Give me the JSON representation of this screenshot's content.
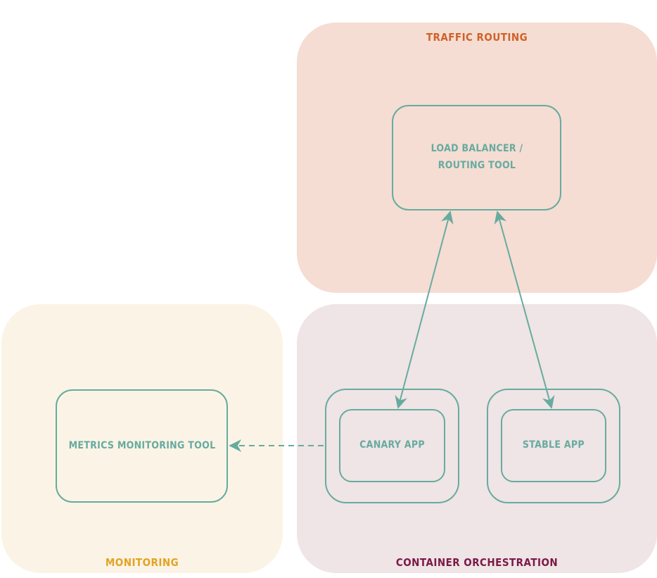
{
  "zones": {
    "traffic": {
      "title": "TRAFFIC ROUTING",
      "fill": "#f5ddd3",
      "title_color": "#d0622a"
    },
    "monitoring": {
      "title": "MONITORING",
      "fill": "#fbf4e6",
      "title_color": "#e3a324"
    },
    "container": {
      "title": "CONTAINER ORCHESTRATION",
      "fill": "#efe4e6",
      "title_color": "#7a1a46"
    }
  },
  "nodes": {
    "load_balancer": "LOAD BALANCER / ROUTING TOOL",
    "metrics": "METRICS MONITORING TOOL",
    "canary": "CANARY APP",
    "stable": "STABLE APP"
  },
  "edges": [
    {
      "from": "load_balancer",
      "to": "canary",
      "style": "solid",
      "arrows": "both"
    },
    {
      "from": "load_balancer",
      "to": "stable",
      "style": "solid",
      "arrows": "both"
    },
    {
      "from": "canary",
      "to": "metrics",
      "style": "dashed",
      "arrows": "end"
    }
  ],
  "colors": {
    "stroke": "#67ab9f"
  }
}
